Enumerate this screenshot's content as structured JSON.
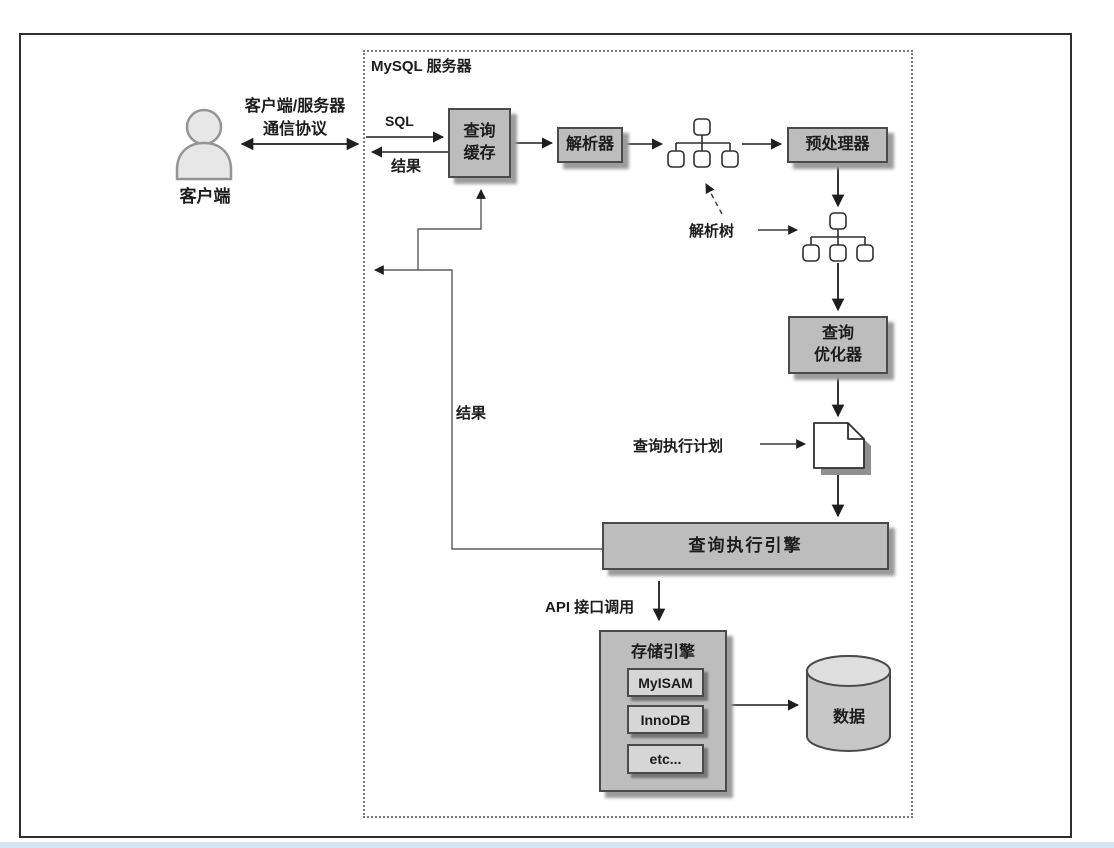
{
  "diagram": {
    "server_label": "MySQL 服务器",
    "client": {
      "label": "客户端",
      "protocol_line1": "客户端/服务器",
      "protocol_line2": "通信协议"
    },
    "labels": {
      "sql": "SQL",
      "result_top": "结果",
      "result_return": "结果",
      "parse_tree": "解析树",
      "query_plan": "查询执行计划",
      "api_call": "API 接口调用"
    },
    "nodes": {
      "query_cache": {
        "line1": "查询",
        "line2": "缓存"
      },
      "parser": "解析器",
      "preprocessor": "预处理器",
      "optimizer": {
        "line1": "查询",
        "line2": "优化器"
      },
      "exec_engine": "查询执行引擎",
      "storage_engine": "存储引擎",
      "engines": [
        "MyISAM",
        "InnoDB",
        "etc..."
      ],
      "data": "数据"
    },
    "colors": {
      "box_fill": "#bdbdbd",
      "box_border": "#4a4a4a",
      "inner_box_fill": "#d6d6d6",
      "shadow": "#9c9c9c",
      "line": "#2b2b2b",
      "bottom_strip": "#d9e5ee"
    }
  }
}
